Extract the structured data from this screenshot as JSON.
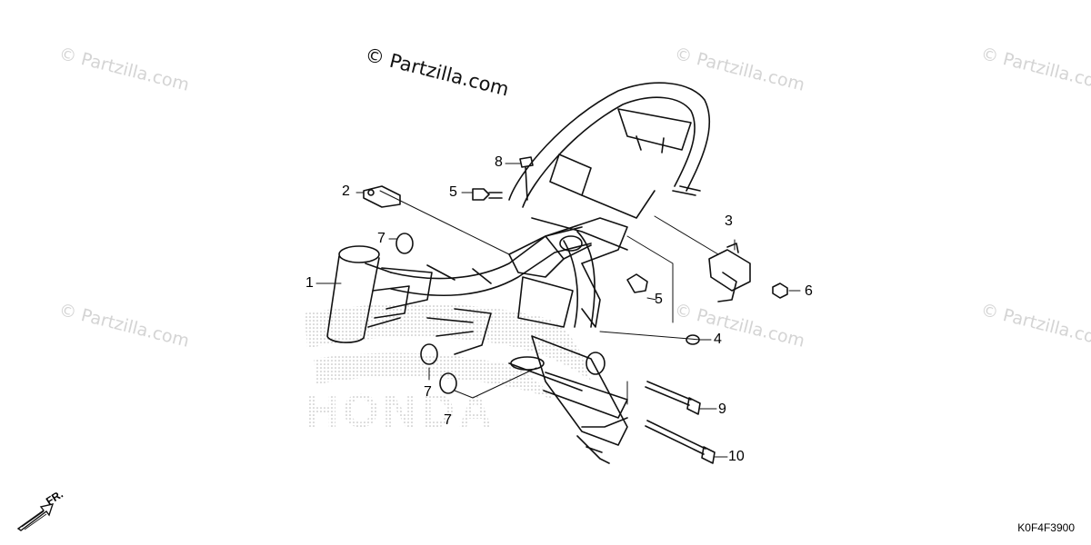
{
  "watermark": {
    "main": "© Partzilla.com",
    "repeat": "© Partzilla.com"
  },
  "brand_backdrop": "HONDA",
  "callouts": [
    {
      "id": "1",
      "label": "1"
    },
    {
      "id": "2",
      "label": "2"
    },
    {
      "id": "3",
      "label": "3"
    },
    {
      "id": "4",
      "label": "4"
    },
    {
      "id": "5a",
      "label": "5"
    },
    {
      "id": "5b",
      "label": "5"
    },
    {
      "id": "6",
      "label": "6"
    },
    {
      "id": "7a",
      "label": "7"
    },
    {
      "id": "7b",
      "label": "7"
    },
    {
      "id": "7c",
      "label": "7"
    },
    {
      "id": "8",
      "label": "8"
    },
    {
      "id": "9",
      "label": "9"
    },
    {
      "id": "10",
      "label": "10"
    }
  ],
  "direction_indicator": "FR.",
  "diagram_code": "K0F4F3900",
  "colors": {
    "line": "#111111",
    "watermark": "#d4d4d4",
    "dots": "#b5b5b5"
  }
}
